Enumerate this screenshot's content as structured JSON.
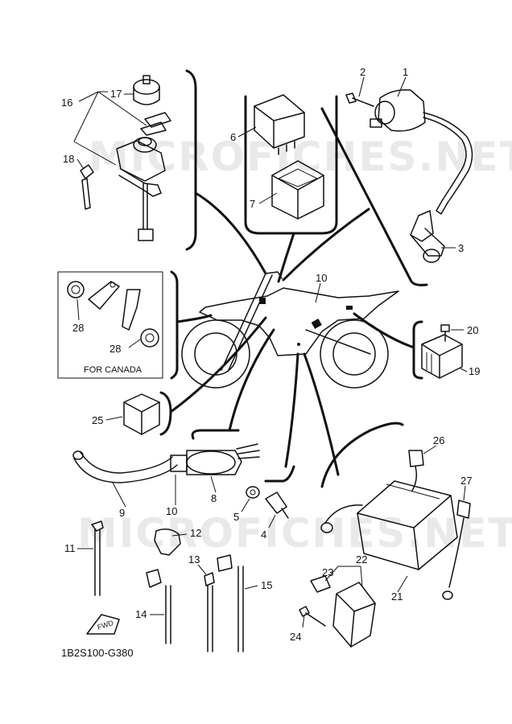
{
  "watermark": "MICROFICHES.NET",
  "diagram_code": "1B2S100-G380",
  "region_note": "FOR CANADA",
  "fwd_marker": "FWD",
  "callouts": {
    "c1": "1",
    "c2": "2",
    "c3": "3",
    "c4": "4",
    "c5": "5",
    "c6": "6",
    "c7": "7",
    "c8": "8",
    "c9": "9",
    "c10a": "10",
    "c10b": "10",
    "c11": "11",
    "c12": "12",
    "c13": "13",
    "c14": "14",
    "c15": "15",
    "c16": "16",
    "c17": "17",
    "c18": "18",
    "c19": "19",
    "c20": "20",
    "c21": "21",
    "c22": "22",
    "c23": "23",
    "c24": "24",
    "c25": "25",
    "c26": "26",
    "c27": "27",
    "c28a": "28",
    "c28b": "28"
  }
}
